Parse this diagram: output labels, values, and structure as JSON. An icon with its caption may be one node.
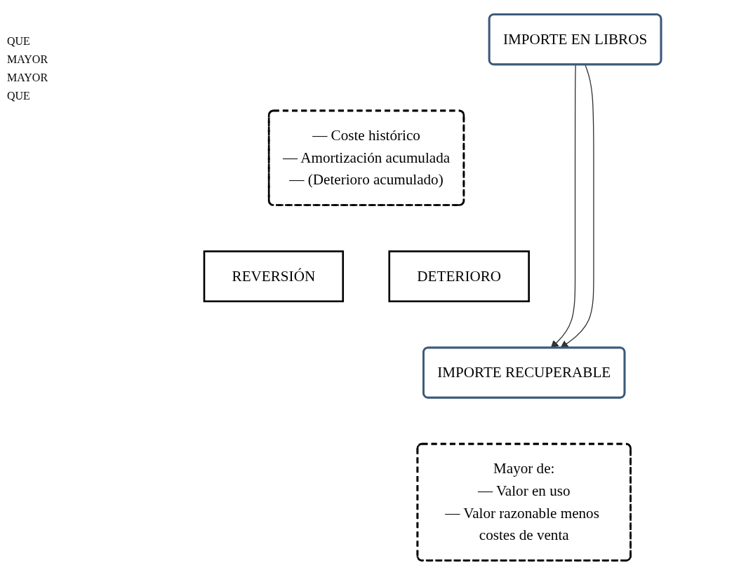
{
  "diagram": {
    "nodes": [
      {
        "text": [
          "IMPORTE EN LIBROS"
        ]
      },
      {
        "text": [
          "— Coste histórico",
          "— Amortización acumulada",
          "— (Deterioro acumulado)"
        ]
      },
      {
        "text": [
          "REVERSIÓN"
        ]
      },
      {
        "text": [
          "DETERIORO"
        ]
      },
      {
        "text": [
          "IMPORTE RECUPERABLE"
        ]
      },
      {
        "text": [
          "Mayor de:",
          "— Valor en uso",
          "— Valor razonable menos costes de venta"
        ]
      }
    ],
    "edges": [
      {
        "from": 0,
        "to": 4,
        "arrow": "to"
      },
      {
        "from": 0,
        "to": 4,
        "arrow": "to"
      }
    ],
    "labels": [
      "QUE",
      "MAYOR",
      "MAYOR",
      "QUE"
    ]
  }
}
